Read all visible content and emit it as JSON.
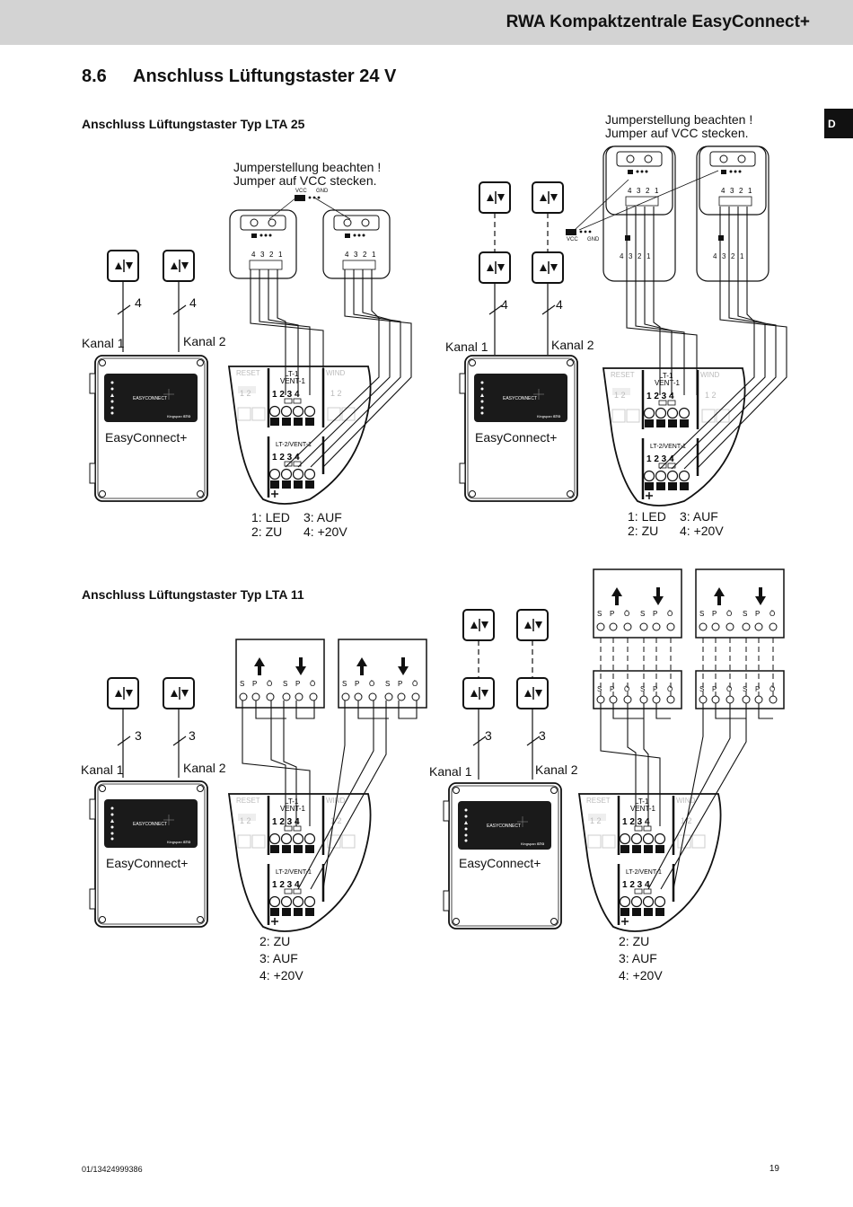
{
  "header": {
    "title": "RWA Kompaktzentrale EasyConnect+"
  },
  "section": {
    "number": "8.6",
    "title": "Anschluss Lüftungstaster 24 V"
  },
  "lang_tab": "D",
  "subsections": {
    "lta25": "Anschluss Lüftungstaster Typ LTA 25",
    "lta11": "Anschluss Lüftungstaster Typ LTA 11"
  },
  "jumper_note": {
    "line1": "Jumperstellung beachten !",
    "line2": "Jumper auf VCC stecken."
  },
  "jumper_labels": {
    "vcc": "VCC",
    "gnd": "GND"
  },
  "channels": {
    "k1": "Kanal 1",
    "k2": "Kanal 2"
  },
  "wire_counts": {
    "lta25": "4",
    "lta11": "3"
  },
  "device_name": "EasyConnect+",
  "device_logo": "EASYCONNECT",
  "terminal": {
    "reset": "RESET",
    "wind": "WIND",
    "lt1": "LT-1",
    "vent1": "VENT-1",
    "lt2": "LT-2/VENT-1",
    "pins": [
      "1",
      "2",
      "3",
      "4"
    ],
    "keypad_pins": [
      "4",
      "3",
      "2",
      "1"
    ],
    "sp_labels": [
      "S",
      "P",
      "Ö"
    ]
  },
  "legend_lta25": {
    "l1": "1: LED",
    "l2": "2: ZU",
    "l3": "3: AUF",
    "l4": "4: +20V"
  },
  "legend_lta11": {
    "l2": "2: ZU",
    "l3": "3: AUF",
    "l4": "4: +20V"
  },
  "footer": {
    "code": "01/13424999386",
    "page": "19"
  }
}
